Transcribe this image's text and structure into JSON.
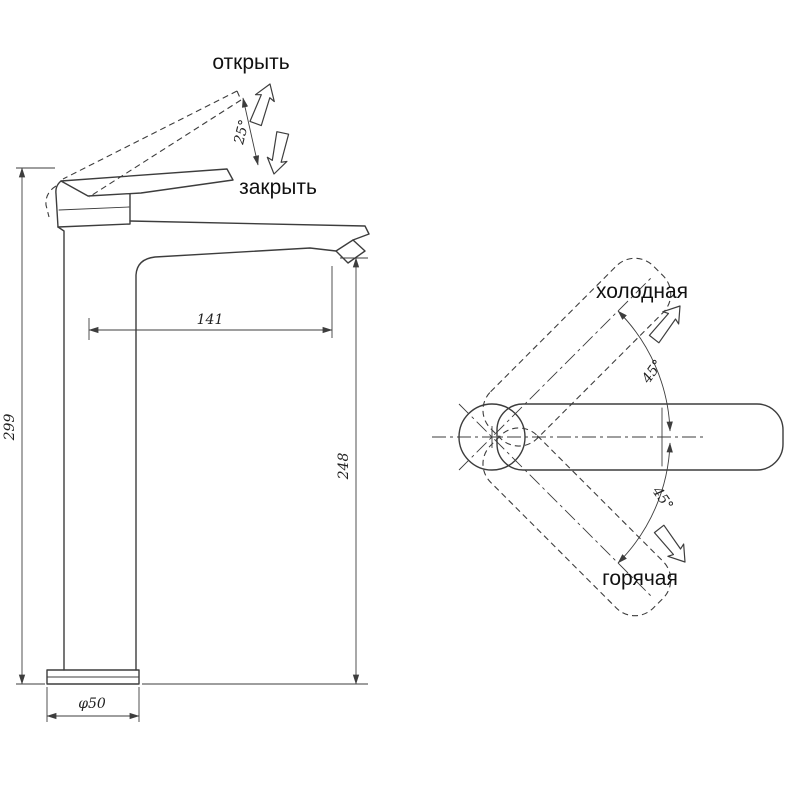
{
  "diagram": {
    "side_view": {
      "label_open": "открыть",
      "label_close": "закрыть",
      "angle": "25°",
      "dim_spout_reach": "141",
      "dim_total_height": "299",
      "dim_spout_height": "248",
      "dim_base_diameter": "φ50"
    },
    "top_view": {
      "label_cold": "холодная",
      "label_hot": "горячая",
      "angle_cold": "45°",
      "angle_hot": "45°"
    },
    "colors": {
      "line": "#3d3d3d",
      "text": "#111111",
      "background": "#ffffff"
    }
  }
}
